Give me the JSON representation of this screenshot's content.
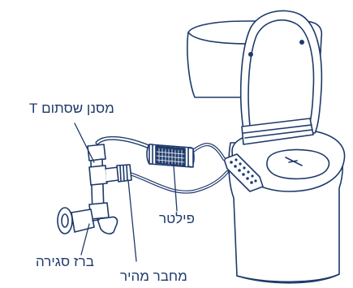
{
  "labels": {
    "t_filter": "מסנן שסתום T",
    "filter": "פילטר",
    "shutoff_valve": "ברז סגירה",
    "quick_connector": "מחבר מהיר"
  },
  "colors": {
    "ink": "#1e3a6b",
    "fill": "#ffffff"
  }
}
